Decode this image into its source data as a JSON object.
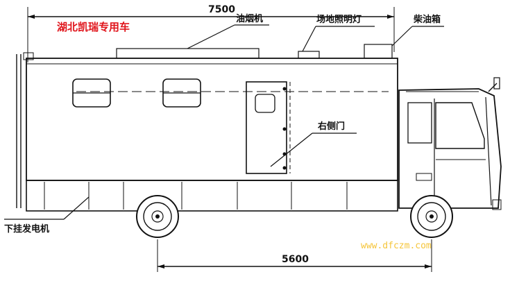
{
  "title": "湖北凯瑞专用车",
  "dimensions": {
    "overall_length": "7500",
    "wheelbase": "5600"
  },
  "callouts": {
    "ac_unit": "油烟机",
    "flood_light": "场地照明灯",
    "fuel_tank": "柴油箱",
    "right_door": "右侧门",
    "generator": "下挂发电机"
  },
  "watermark": "www.dfczm.com",
  "colors": {
    "line": "#111111",
    "brand_text": "#e0141b",
    "watermark": "#f5c53a"
  }
}
